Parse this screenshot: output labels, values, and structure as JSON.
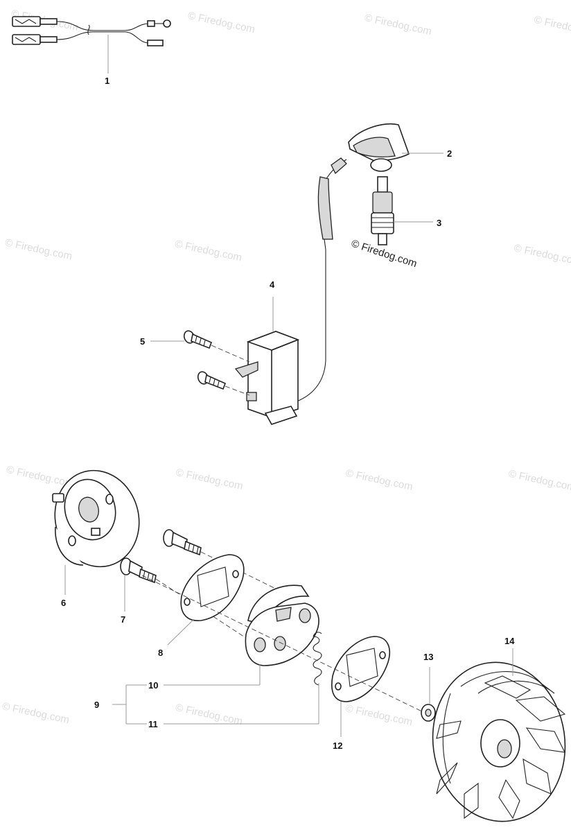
{
  "watermark": {
    "text": "© Firedog.com",
    "color": "#dcdcdc"
  },
  "copyright": "© Firedog.com",
  "callouts": [
    "1",
    "2",
    "3",
    "4",
    "5",
    "6",
    "7",
    "8",
    "9",
    "10",
    "11",
    "12",
    "13",
    "14"
  ]
}
